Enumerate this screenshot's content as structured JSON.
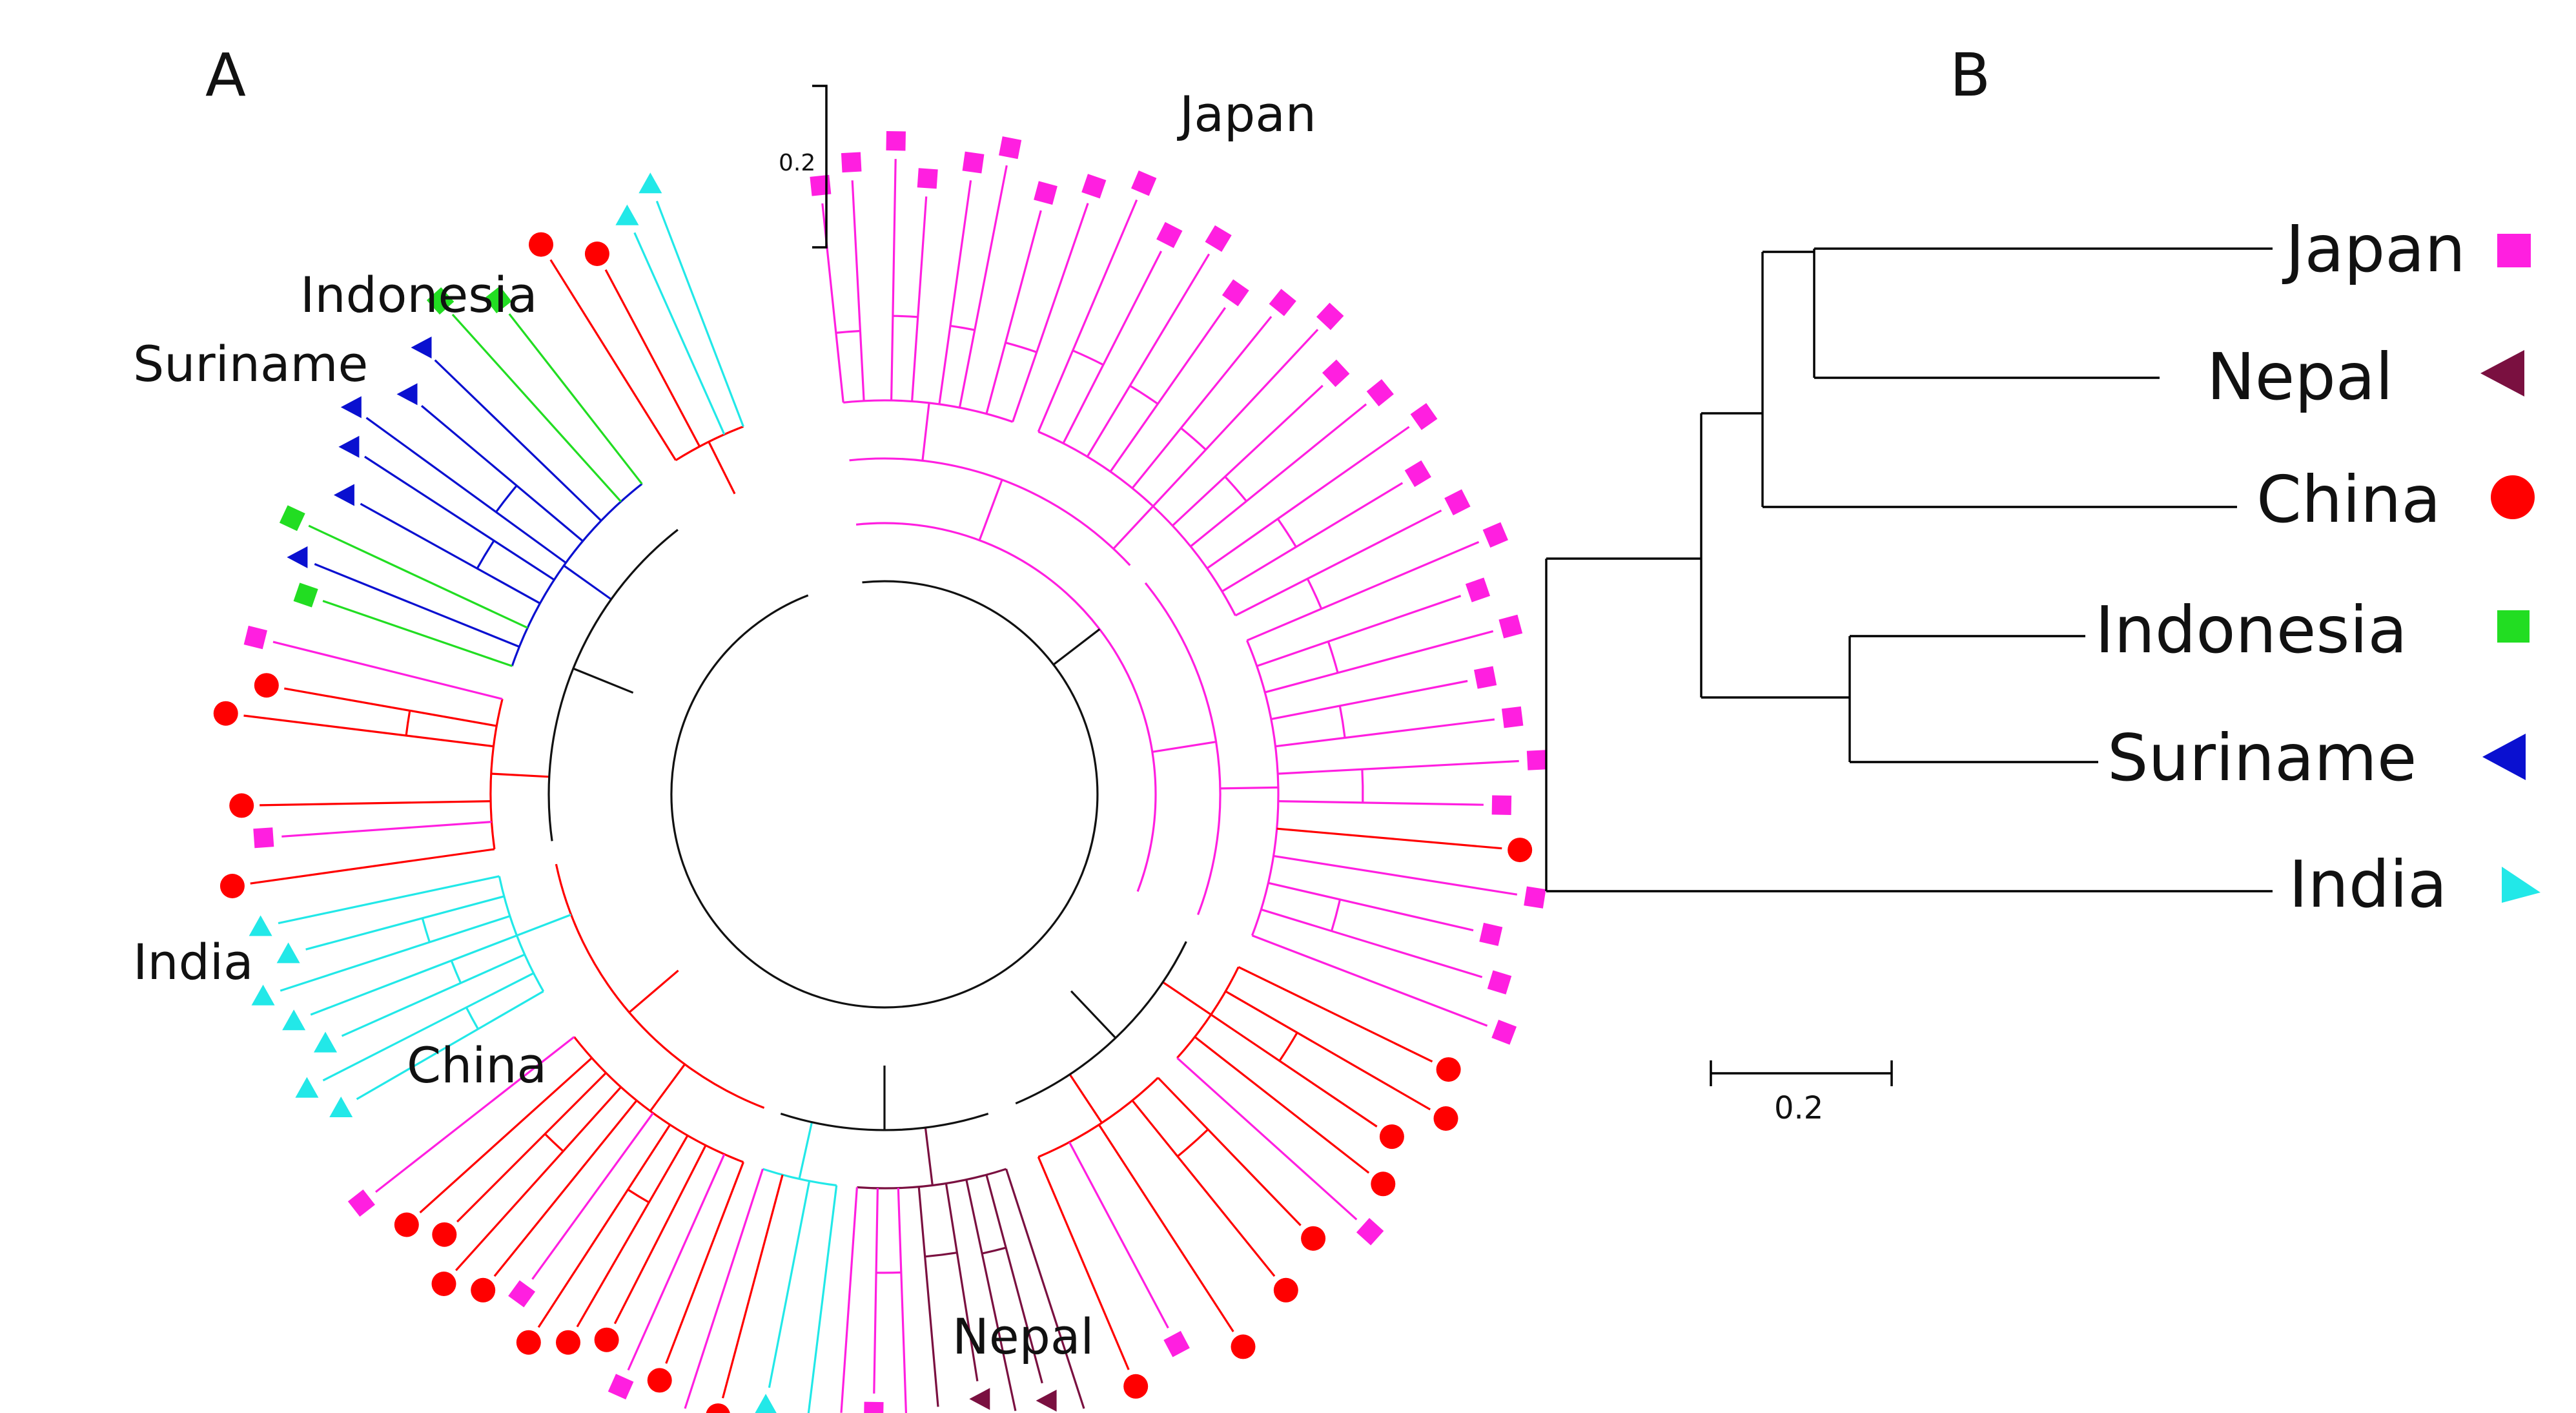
{
  "panels": {
    "a": {
      "letter": "A"
    },
    "b": {
      "letter": "B"
    }
  },
  "colors": {
    "Japan": "#ff1fe0",
    "Nepal": "#7a1040",
    "China": "#ff0000",
    "Indonesia": "#22dd22",
    "Suriname": "#0a10d0",
    "India": "#22e8e8",
    "internal": "#111111"
  },
  "panel_a": {
    "region_labels": {
      "japan": "Japan",
      "indonesia": "Indonesia",
      "suriname": "Suriname",
      "india": "India",
      "china": "China",
      "nepal": "Nepal"
    },
    "scale": "0.2",
    "leaves": [
      {
        "country": "Japan",
        "marker": "square",
        "angle": -96
      },
      {
        "country": "Japan",
        "marker": "square",
        "angle": -93
      },
      {
        "country": "Japan",
        "marker": "square",
        "angle": -89
      },
      {
        "country": "Japan",
        "marker": "square",
        "angle": -86
      },
      {
        "country": "Japan",
        "marker": "square",
        "angle": -82
      },
      {
        "country": "Japan",
        "marker": "square",
        "angle": -79
      },
      {
        "country": "Japan",
        "marker": "square",
        "angle": -75
      },
      {
        "country": "Japan",
        "marker": "square",
        "angle": -71
      },
      {
        "country": "Japan",
        "marker": "square",
        "angle": -67
      },
      {
        "country": "Japan",
        "marker": "square",
        "angle": -63
      },
      {
        "country": "Japan",
        "marker": "square",
        "angle": -59
      },
      {
        "country": "Japan",
        "marker": "square",
        "angle": -55
      },
      {
        "country": "Japan",
        "marker": "square",
        "angle": -51
      },
      {
        "country": "Japan",
        "marker": "square",
        "angle": -47
      },
      {
        "country": "Japan",
        "marker": "square",
        "angle": -43
      },
      {
        "country": "Japan",
        "marker": "square",
        "angle": -39
      },
      {
        "country": "Japan",
        "marker": "square",
        "angle": -35
      },
      {
        "country": "Japan",
        "marker": "square",
        "angle": -31
      },
      {
        "country": "Japan",
        "marker": "square",
        "angle": -27
      },
      {
        "country": "Japan",
        "marker": "square",
        "angle": -23
      },
      {
        "country": "Japan",
        "marker": "square",
        "angle": -19
      },
      {
        "country": "Japan",
        "marker": "square",
        "angle": -15
      },
      {
        "country": "Japan",
        "marker": "square",
        "angle": -11
      },
      {
        "country": "Japan",
        "marker": "square",
        "angle": -7
      },
      {
        "country": "Japan",
        "marker": "square",
        "angle": -3
      },
      {
        "country": "Japan",
        "marker": "square",
        "angle": 1
      },
      {
        "country": "China",
        "marker": "circle",
        "angle": 5
      },
      {
        "country": "Japan",
        "marker": "square",
        "angle": 9
      },
      {
        "country": "Japan",
        "marker": "square",
        "angle": 13
      },
      {
        "country": "Japan",
        "marker": "square",
        "angle": 17
      },
      {
        "country": "Japan",
        "marker": "square",
        "angle": 21
      },
      {
        "country": "China",
        "marker": "circle",
        "angle": 26
      },
      {
        "country": "China",
        "marker": "circle",
        "angle": 30
      },
      {
        "country": "China",
        "marker": "circle",
        "angle": 34
      },
      {
        "country": "China",
        "marker": "circle",
        "angle": 38
      },
      {
        "country": "Japan",
        "marker": "square",
        "angle": 42
      },
      {
        "country": "China",
        "marker": "circle",
        "angle": 46
      },
      {
        "country": "China",
        "marker": "circle",
        "angle": 51
      },
      {
        "country": "China",
        "marker": "circle",
        "angle": 57
      },
      {
        "country": "Japan",
        "marker": "square",
        "angle": 62
      },
      {
        "country": "China",
        "marker": "circle",
        "angle": 67
      },
      {
        "country": "Nepal",
        "marker": "triangle-left",
        "angle": 72
      },
      {
        "country": "Nepal",
        "marker": "triangle-left",
        "angle": 75
      },
      {
        "country": "Nepal",
        "marker": "triangle-left",
        "angle": 78
      },
      {
        "country": "Nepal",
        "marker": "triangle-left",
        "angle": 81
      },
      {
        "country": "Nepal",
        "marker": "triangle-left",
        "angle": 85
      },
      {
        "country": "Japan",
        "marker": "square",
        "angle": 88
      },
      {
        "country": "Japan",
        "marker": "square",
        "angle": 91
      },
      {
        "country": "Japan",
        "marker": "square",
        "angle": 94
      },
      {
        "country": "India",
        "marker": "triangle-up",
        "angle": 97
      },
      {
        "country": "India",
        "marker": "triangle-up",
        "angle": 101
      },
      {
        "country": "China",
        "marker": "circle",
        "angle": 105
      },
      {
        "country": "Japan",
        "marker": "square",
        "angle": 108
      },
      {
        "country": "China",
        "marker": "circle",
        "angle": 111
      },
      {
        "country": "Japan",
        "marker": "square",
        "angle": 114
      },
      {
        "country": "China",
        "marker": "circle",
        "angle": 117
      },
      {
        "country": "China",
        "marker": "circle",
        "angle": 120
      },
      {
        "country": "China",
        "marker": "circle",
        "angle": 123
      },
      {
        "country": "Japan",
        "marker": "square",
        "angle": 126
      },
      {
        "country": "China",
        "marker": "circle",
        "angle": 129
      },
      {
        "country": "China",
        "marker": "circle",
        "angle": 132
      },
      {
        "country": "China",
        "marker": "circle",
        "angle": 135
      },
      {
        "country": "China",
        "marker": "circle",
        "angle": 138
      },
      {
        "country": "Japan",
        "marker": "square",
        "angle": 142
      },
      {
        "country": "India",
        "marker": "triangle-up",
        "angle": 150
      },
      {
        "country": "India",
        "marker": "triangle-up",
        "angle": 153
      },
      {
        "country": "India",
        "marker": "triangle-up",
        "angle": 156
      },
      {
        "country": "India",
        "marker": "triangle-up",
        "angle": 159
      },
      {
        "country": "India",
        "marker": "triangle-up",
        "angle": 162
      },
      {
        "country": "India",
        "marker": "triangle-up",
        "angle": 165
      },
      {
        "country": "India",
        "marker": "triangle-up",
        "angle": 168
      },
      {
        "country": "China",
        "marker": "circle",
        "angle": 172
      },
      {
        "country": "Japan",
        "marker": "square",
        "angle": 176
      },
      {
        "country": "China",
        "marker": "circle",
        "angle": 179
      },
      {
        "country": "China",
        "marker": "circle",
        "angle": 187
      },
      {
        "country": "China",
        "marker": "circle",
        "angle": 190
      },
      {
        "country": "Japan",
        "marker": "square",
        "angle": 194
      },
      {
        "country": "Indonesia",
        "marker": "square",
        "angle": 199
      },
      {
        "country": "Suriname",
        "marker": "triangle-left",
        "angle": 202
      },
      {
        "country": "Indonesia",
        "marker": "square",
        "angle": 205
      },
      {
        "country": "Suriname",
        "marker": "triangle-left",
        "angle": 209
      },
      {
        "country": "Suriname",
        "marker": "triangle-left",
        "angle": 213
      },
      {
        "country": "Suriname",
        "marker": "triangle-left",
        "angle": 216
      },
      {
        "country": "Suriname",
        "marker": "triangle-left",
        "angle": 220
      },
      {
        "country": "Suriname",
        "marker": "triangle-left",
        "angle": 224
      },
      {
        "country": "Indonesia",
        "marker": "square",
        "angle": 228
      },
      {
        "country": "Indonesia",
        "marker": "square",
        "angle": 232
      },
      {
        "country": "China",
        "marker": "circle",
        "angle": 238
      },
      {
        "country": "China",
        "marker": "circle",
        "angle": 242
      },
      {
        "country": "India",
        "marker": "triangle-up",
        "angle": 246
      },
      {
        "country": "India",
        "marker": "triangle-up",
        "angle": 249
      }
    ],
    "clades": [
      {
        "from": 0,
        "to": 7,
        "country": "Japan",
        "level": 2
      },
      {
        "from": 0,
        "to": 14,
        "country": "Japan",
        "level": 1
      },
      {
        "from": 8,
        "to": 18,
        "country": "Japan",
        "level": 2
      },
      {
        "from": 15,
        "to": 30,
        "country": "Japan",
        "level": 1
      },
      {
        "from": 19,
        "to": 30,
        "country": "Japan",
        "level": 2
      },
      {
        "from": 0,
        "to": 30,
        "country": "Japan",
        "level": 0
      },
      {
        "from": 31,
        "to": 35,
        "country": "China",
        "level": 2
      },
      {
        "from": 36,
        "to": 40,
        "country": "China",
        "level": 2
      },
      {
        "from": 31,
        "to": 40,
        "country": "internal",
        "level": 1
      },
      {
        "from": 41,
        "to": 48,
        "country": "Nepal",
        "level": 2
      },
      {
        "from": 49,
        "to": 52,
        "country": "India",
        "level": 2
      },
      {
        "from": 41,
        "to": 52,
        "country": "internal",
        "level": 1
      },
      {
        "from": 53,
        "to": 63,
        "country": "China",
        "level": 2
      },
      {
        "from": 53,
        "to": 70,
        "country": "China",
        "level": 1
      },
      {
        "from": 64,
        "to": 70,
        "country": "India",
        "level": 2
      },
      {
        "from": 71,
        "to": 76,
        "country": "China",
        "level": 2
      },
      {
        "from": 77,
        "to": 86,
        "country": "Suriname",
        "level": 2
      },
      {
        "from": 71,
        "to": 86,
        "country": "internal",
        "level": 1
      },
      {
        "from": 87,
        "to": 90,
        "country": "China",
        "level": 2
      }
    ]
  },
  "panel_b": {
    "scale": "0.2",
    "taxa": [
      {
        "key": "japan",
        "label": "Japan",
        "country": "Japan",
        "marker": "square"
      },
      {
        "key": "nepal",
        "label": "Nepal",
        "country": "Nepal",
        "marker": "triangle-left"
      },
      {
        "key": "china",
        "label": "China",
        "country": "China",
        "marker": "circle"
      },
      {
        "key": "indonesia",
        "label": "Indonesia",
        "country": "Indonesia",
        "marker": "square"
      },
      {
        "key": "suriname",
        "label": "Suriname",
        "country": "Suriname",
        "marker": "triangle-left"
      },
      {
        "key": "india",
        "label": "India",
        "country": "India",
        "marker": "triangle-up"
      }
    ],
    "topology": "(India,((Indonesia,Suriname),(China,(Japan,Nepal))))"
  }
}
